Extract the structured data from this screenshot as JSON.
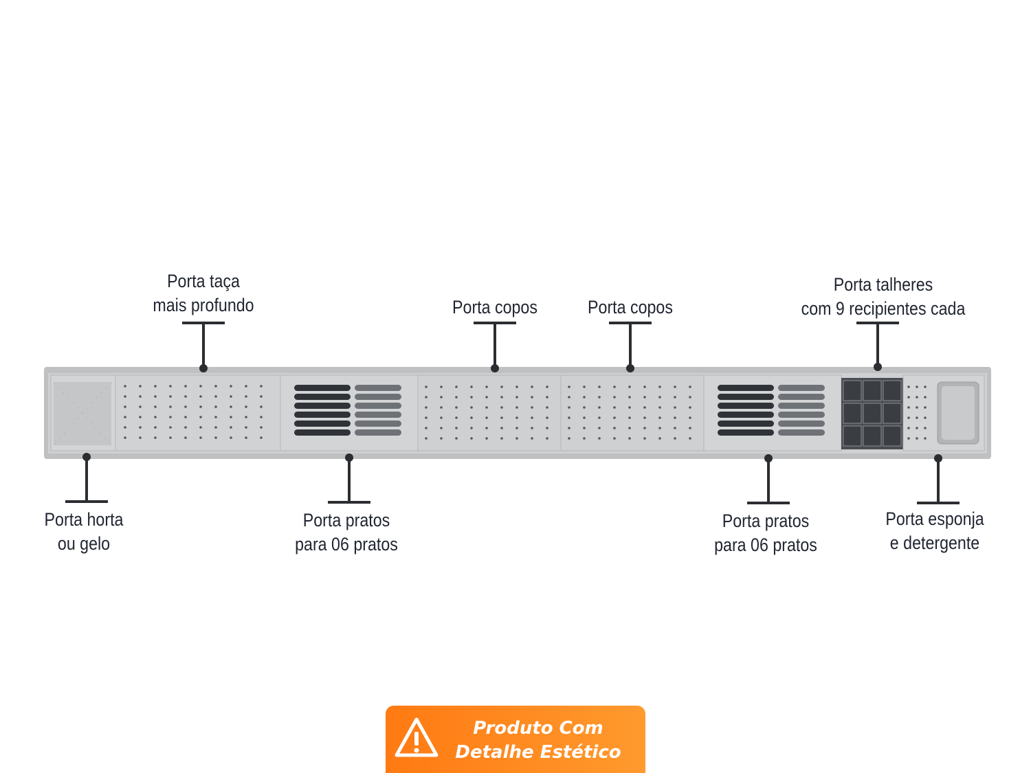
{
  "labels": {
    "porta_taca": [
      "Porta taça",
      "mais profundo"
    ],
    "porta_copos_1": [
      "Porta copos"
    ],
    "porta_copos_2": [
      "Porta copos"
    ],
    "porta_talheres": [
      "Porta talheres",
      "com 9 recipientes cada"
    ],
    "porta_horta": [
      "Porta horta",
      "ou gelo"
    ],
    "porta_pratos_1": [
      "Porta pratos",
      "para 06 pratos"
    ],
    "porta_pratos_2": [
      "Porta pratos",
      "para 06 pratos"
    ],
    "porta_esponja": [
      "Porta esponja",
      "e detergente"
    ]
  },
  "badge": {
    "line1": "Produto Com",
    "line2": "Detalhe Estético",
    "icon": "warning-triangle-icon",
    "color_start": "#ff7a12",
    "color_end": "#ff9a2e"
  },
  "colors": {
    "tray": "#c9cacc",
    "tray_frame": "#b8b9bb",
    "hole": "#55585c",
    "connector": "#2b2d31",
    "text": "#1f2430"
  }
}
